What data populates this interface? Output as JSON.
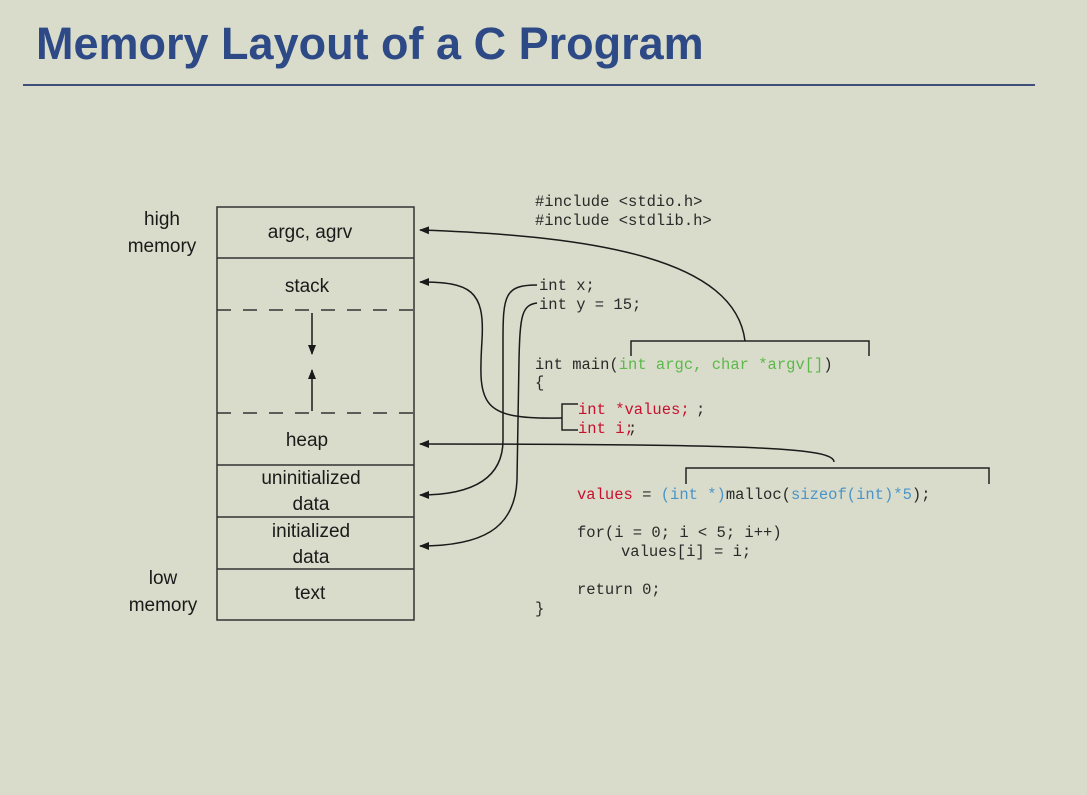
{
  "title": "Memory Layout of a C Program",
  "memory_labels": {
    "high_line1": "high",
    "high_line2": "memory",
    "low_line1": "low",
    "low_line2": "memory"
  },
  "segments": {
    "argc": "argc, agrv",
    "stack": "stack",
    "heap": "heap",
    "uninit_line1": "uninitialized",
    "uninit_line2": "data",
    "init_line1": "initialized",
    "init_line2": "data",
    "text": "text"
  },
  "code": {
    "include1": "#include <stdio.h>",
    "include2": "#include <stdlib.h>",
    "int_x": "int x;",
    "int_y": "int y = 15;",
    "main_prefix": "int main(",
    "main_args": "int argc, char *argv[]",
    "main_suffix": ")",
    "open_brace": "{",
    "values_decl": "int *values;",
    "i_decl": "int i;",
    "assign_lhs": "values",
    "assign_eq": " = ",
    "cast_part": "(int *)",
    "malloc_part": "malloc(",
    "sizeof_part": "sizeof(int)*5",
    "malloc_close": ")",
    "semicolon": ";",
    "for_line": "for(i = 0; i < 5; i++)",
    "body_line": "values[i] = i;",
    "return_line": "return 0;",
    "close_brace": "}"
  },
  "colors": {
    "title": "#2e4a86",
    "local_vars": "#c8102e",
    "params": "#5cb84a",
    "malloc_expr": "#4a94c8",
    "background": "#d9dccb"
  }
}
